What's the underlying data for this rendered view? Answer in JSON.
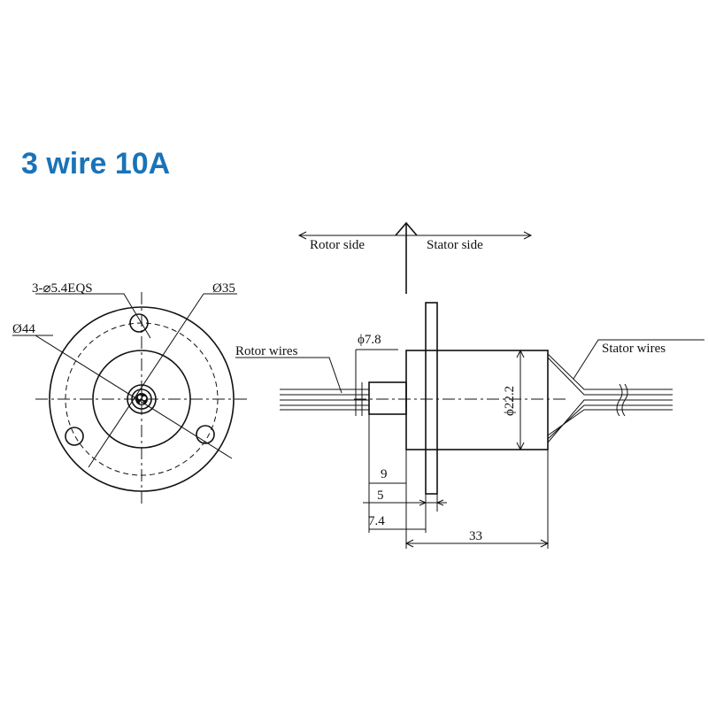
{
  "title": "3 wire 10A",
  "front_view": {
    "holes_label": "3-⌀5.4EQS",
    "pcd_label": "Ø35",
    "flange_label": "Ø44"
  },
  "side_view": {
    "rotor_side_label": "Rotor side",
    "stator_side_label": "Stator side",
    "rotor_wires_label": "Rotor wires",
    "stator_wires_label": "Stator wires",
    "shaft_dia_label": "ϕ7.8",
    "body_dia_label": "ϕ22.2",
    "dim_9": "9",
    "dim_5": "5",
    "dim_7_4": "7.4",
    "dim_33": "33"
  },
  "colors": {
    "title": "#1a73b8",
    "lines": "#111111"
  }
}
